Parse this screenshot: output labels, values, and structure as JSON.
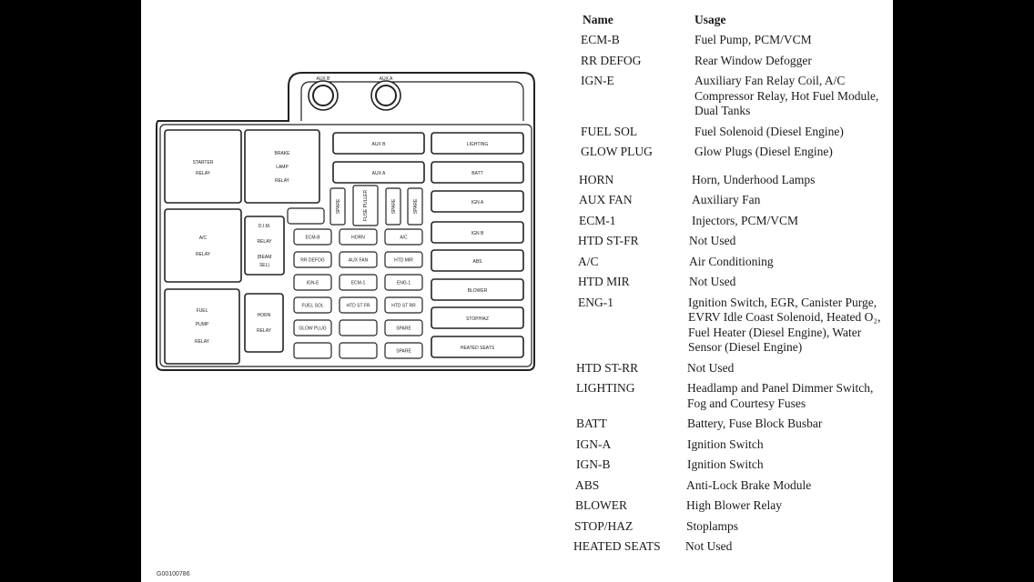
{
  "diagram": {
    "connectors": [
      "AUX B",
      "AUX A"
    ],
    "relays": [
      {
        "id": "starter",
        "lines": [
          "STARTER",
          "RELAY"
        ]
      },
      {
        "id": "brake-lamp",
        "lines": [
          "BRAKE",
          "LAMP",
          "RELAY"
        ]
      },
      {
        "id": "ac",
        "lines": [
          "A/C",
          "RELAY"
        ]
      },
      {
        "id": "dim",
        "lines": [
          "D.I.M.",
          "RELAY",
          "(BEAM",
          "SEL)"
        ]
      },
      {
        "id": "fuel-pump",
        "lines": [
          "FUEL",
          "PUMP",
          "RELAY"
        ]
      },
      {
        "id": "horn",
        "lines": [
          "HORN",
          "RELAY"
        ]
      }
    ],
    "maxi_fuses": [
      "AUX B",
      "AUX A"
    ],
    "vertical_fuses": [
      "SPARE",
      "FUSE PULLER",
      "SPARE",
      "SPARE"
    ],
    "small_fuses": [
      [
        "ECM-B",
        "HORN",
        "A/C"
      ],
      [
        "RR DEFOG",
        "AUX FAN",
        "HTD MIR"
      ],
      [
        "IGN-E",
        "ECM-1",
        "ENG-1"
      ],
      [
        "FUEL SOL",
        "HTD ST FR",
        "HTD ST RR"
      ],
      [
        "GLOW PLUG",
        "",
        "SPARE"
      ],
      [
        "",
        "",
        "SPARE"
      ]
    ],
    "right_fuses": [
      "LIGHTING",
      "BATT",
      "IGN A",
      "IGN B",
      "ABS",
      "BLOWER",
      "STOP/HAZ",
      "HEATED SEATS"
    ],
    "figure_code": "G00100786"
  },
  "table": {
    "header": {
      "name": "Name",
      "usage": "Usage"
    },
    "rows": [
      {
        "name": "ECM-B",
        "usage": "Fuel Pump, PCM/VCM"
      },
      {
        "name": "RR DEFOG",
        "usage": "Rear Window Defogger"
      },
      {
        "name": "IGN-E",
        "usage": "Auxiliary Fan Relay Coil, A/C Compressor Relay, Hot Fuel Module, Dual Tanks"
      },
      {
        "name": "FUEL SOL",
        "usage": "Fuel Solenoid (Diesel Engine)"
      },
      {
        "name": "GLOW PLUG",
        "usage": "Glow Plugs (Diesel Engine)"
      },
      {
        "name": "HORN",
        "usage": "Horn, Underhood Lamps"
      },
      {
        "name": "AUX FAN",
        "usage": "Auxiliary Fan"
      },
      {
        "name": "ECM-1",
        "usage": "Injectors, PCM/VCM"
      },
      {
        "name": "HTD ST-FR",
        "usage": "Not Used"
      },
      {
        "name": "A/C",
        "usage": "Air Conditioning"
      },
      {
        "name": "HTD MIR",
        "usage": "Not Used"
      },
      {
        "name": "ENG-1",
        "usage": "Ignition Switch, EGR, Canister Purge, EVRV Idle Coast Solenoid, Heated O₂, Fuel Heater (Diesel Engine), Water Sensor (Diesel Engine)"
      },
      {
        "name": "HTD ST-RR",
        "usage": "Not Used"
      },
      {
        "name": "LIGHTING",
        "usage": "Headlamp and Panel Dimmer Switch, Fog and Courtesy Fuses"
      },
      {
        "name": "BATT",
        "usage": "Battery, Fuse Block Busbar"
      },
      {
        "name": "IGN-A",
        "usage": "Ignition Switch"
      },
      {
        "name": "IGN-B",
        "usage": "Ignition Switch"
      },
      {
        "name": "ABS",
        "usage": "Anti-Lock Brake Module"
      },
      {
        "name": "BLOWER",
        "usage": "High Blower Relay"
      },
      {
        "name": "STOP/HAZ",
        "usage": "Stoplamps"
      },
      {
        "name": "HEATED SEATS",
        "usage": "Not Used"
      }
    ]
  }
}
